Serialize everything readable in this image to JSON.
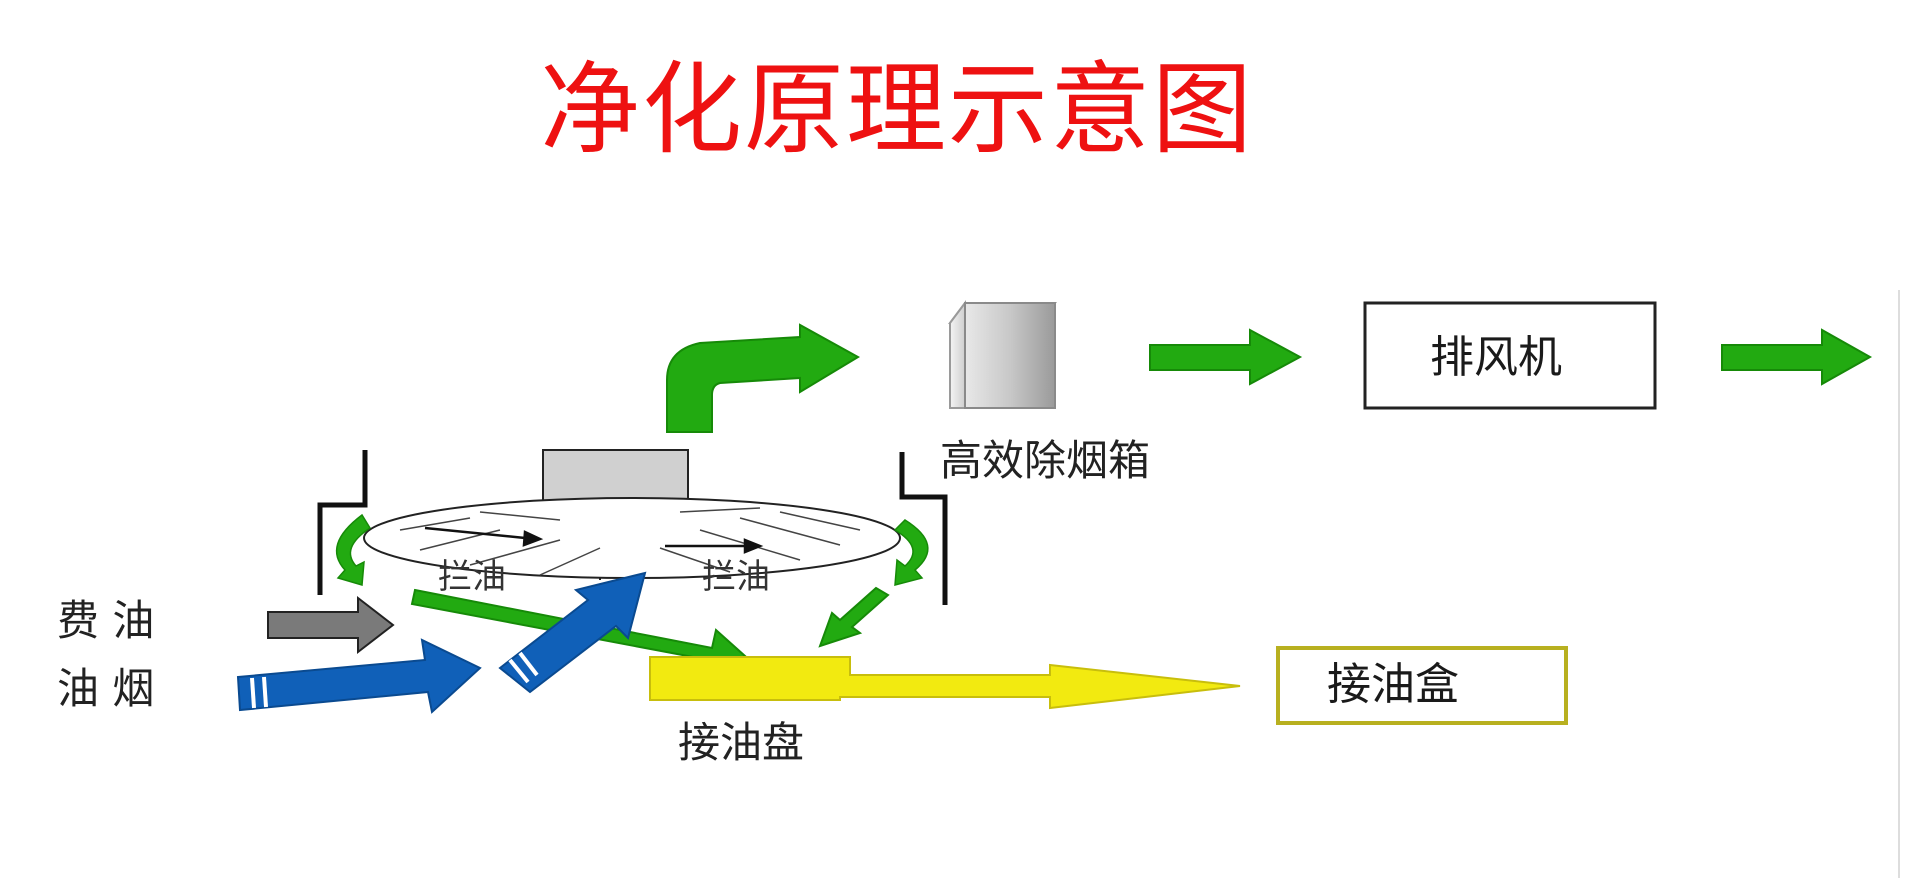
{
  "title": "净化原理示意图",
  "labels": {
    "filter_box": "高效除烟箱",
    "exhaust_fan": "排风机",
    "oil_block_left": "拦油",
    "oil_block_right": "拦油",
    "waste_oil": "费 油",
    "oil_smoke": "油 烟",
    "oil_tray": "接油盘",
    "oil_box": "接油盒"
  },
  "colors": {
    "title": "#ee1111",
    "airflow_arrow": "#22aa11",
    "smoke_arrow": "#1060b8",
    "oil_arrow": "#f2ea10",
    "waste_arrow": "#7a7a7a",
    "oil_box_border": "#b8b020"
  }
}
